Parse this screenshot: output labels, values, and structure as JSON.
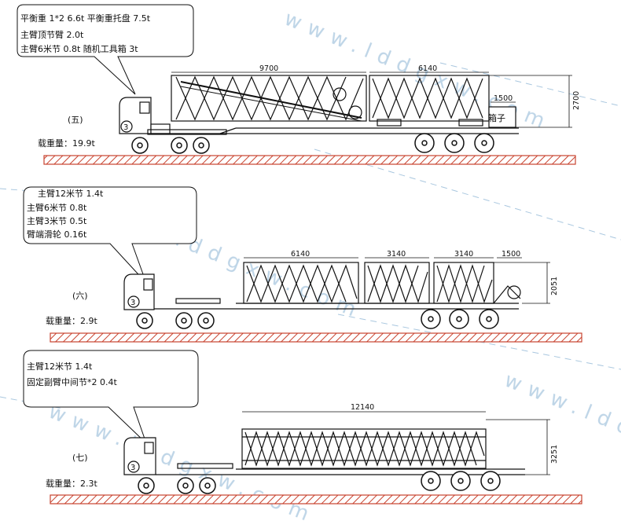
{
  "watermark": "www.lddgxw.com",
  "sections": [
    {
      "label": "(五)",
      "callout": [
        "平衡重 1*2   6.6t      平衡重托盘    7.5t",
        "主臂顶节臂    2.0t",
        "主臂6米节    0.8t   随机工具箱 3t"
      ],
      "load_text": "载重量：19.9t",
      "dims": {
        "a": "9700",
        "b": "6140",
        "c": "1500",
        "height": "2700"
      },
      "box_label": "箱子"
    },
    {
      "label": "(六)",
      "callout": [
        "主臂12米节  1.4t",
        "主臂6米节    0.8t",
        "主臂3米节    0.5t",
        "臂端滑轮  0.16t"
      ],
      "load_text": "载重量：2.9t",
      "dims": {
        "a": "6140",
        "b": "3140",
        "c": "3140",
        "d": "1500",
        "height": "2051"
      }
    },
    {
      "label": "(七)",
      "callout": [
        "主臂12米节  1.4t",
        "固定副臂中间节*2  0.4t"
      ],
      "load_text": "载重量：2.3t",
      "dims": {
        "a": "12140",
        "height": "3251"
      }
    }
  ],
  "colors": {
    "road_red": "#c8432f",
    "road_fill": "#ffffff",
    "line": "#111111",
    "watermark": "#a9c7df"
  },
  "icons": [
    "truck-cab-icon",
    "trailer-icon",
    "truss-boom-icon"
  ]
}
